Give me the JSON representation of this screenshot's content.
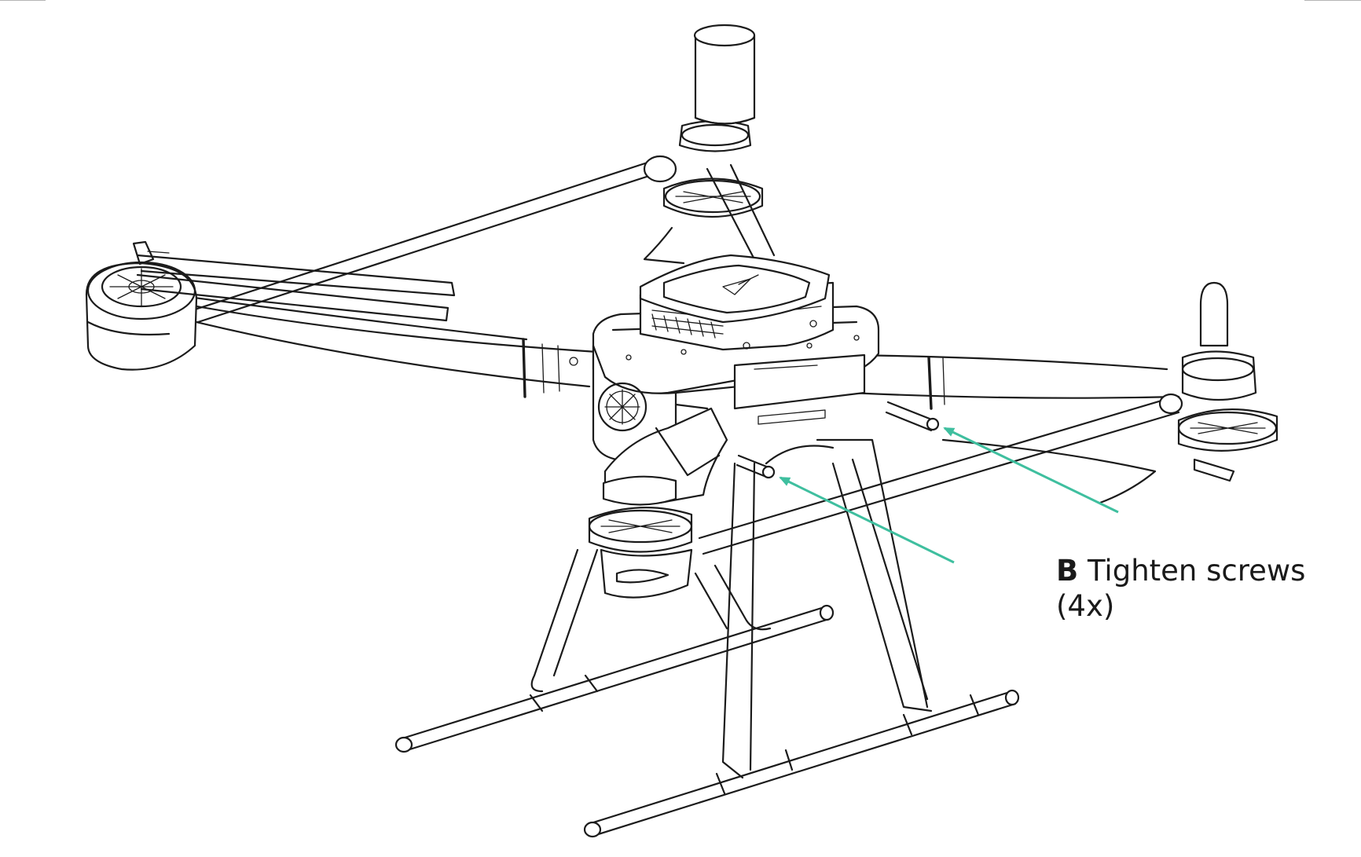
{
  "callout": {
    "letter": "B",
    "text": "Tighten screws",
    "count": "(4x)"
  },
  "colors": {
    "arrow": "#3fbf9f",
    "line_art": "#1b1b1b",
    "background": "#ffffff"
  }
}
